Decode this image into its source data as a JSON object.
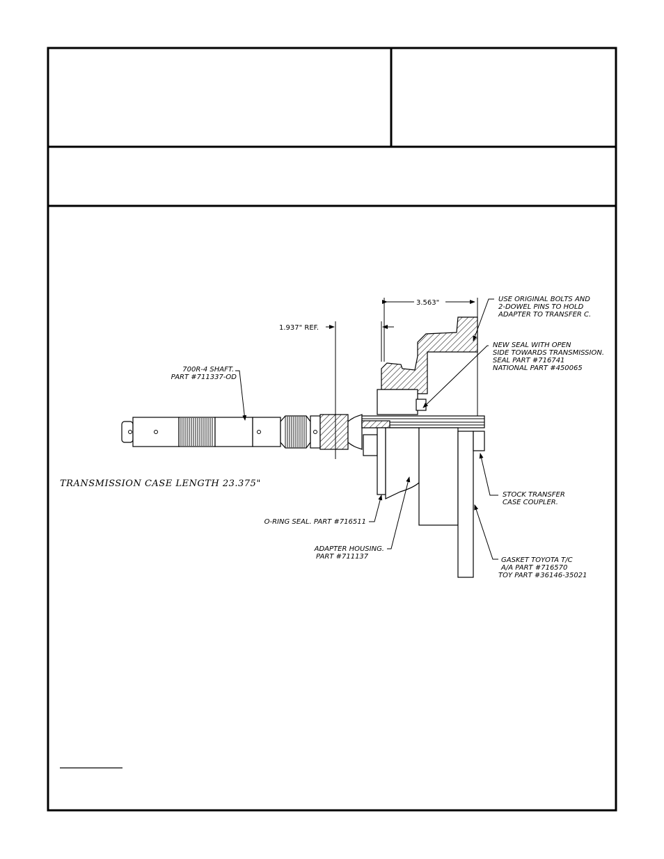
{
  "drawing": {
    "case_length_note": "TRANSMISSION CASE LENGTH 23.375\"",
    "dimensions": {
      "overall": "3.563\"",
      "reference": "1.937\" REF."
    },
    "callouts": {
      "bolts": [
        "USE ORIGINAL BOLTS AND",
        "2-DOWEL PINS TO HOLD",
        "ADAPTER TO TRANSFER C."
      ],
      "seal": [
        "NEW SEAL WITH OPEN",
        "SIDE TOWARDS TRANSMISSION.",
        "SEAL PART #716741",
        "NATIONAL PART #450065"
      ],
      "shaft": [
        "700R-4 SHAFT.",
        "PART #711337-OD"
      ],
      "coupler": [
        "STOCK TRANSFER",
        "CASE COUPLER."
      ],
      "oring": [
        "O-RING SEAL. PART #716511"
      ],
      "housing": [
        "ADAPTER HOUSING.",
        "PART #711137"
      ],
      "gasket": [
        "GASKET TOYOTA T/C",
        "A/A PART #716570",
        "TOY PART #36146-35021"
      ]
    }
  }
}
